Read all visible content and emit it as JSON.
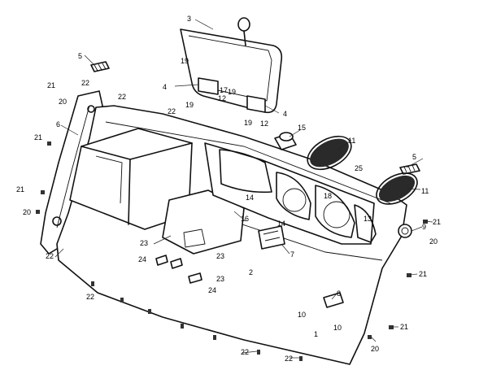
{
  "callouts": [
    "1",
    "2",
    "3",
    "4",
    "5",
    "6",
    "7",
    "8",
    "9",
    "10",
    "11",
    "12",
    "13",
    "14",
    "15",
    "16",
    "17",
    "18",
    "19",
    "20",
    "21",
    "22",
    "23",
    "24",
    "25"
  ]
}
